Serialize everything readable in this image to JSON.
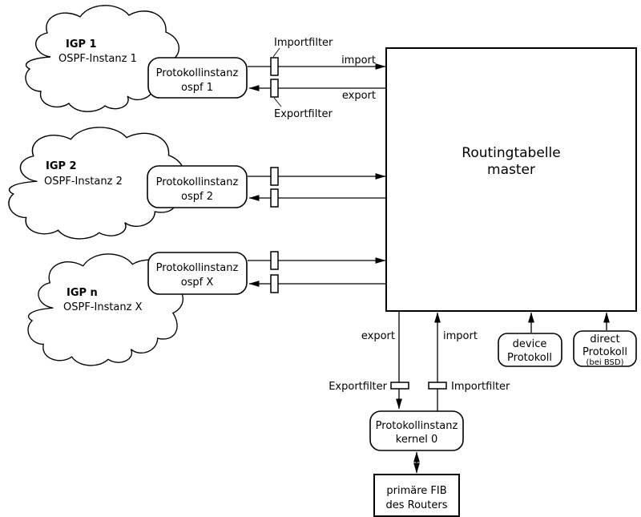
{
  "canvas": {
    "background": "#ffffff",
    "line_color": "#000000"
  },
  "clouds": [
    {
      "title": "IGP 1",
      "subtitle": "OSPF-Instanz 1"
    },
    {
      "title": "IGP 2",
      "subtitle": "OSPF-Instanz 2"
    },
    {
      "title": "IGP n",
      "subtitle": "OSPF-Instanz X"
    }
  ],
  "protocol_instances": [
    {
      "line1": "Protokollinstanz",
      "line2": "ospf 1"
    },
    {
      "line1": "Protokollinstanz",
      "line2": "ospf 2"
    },
    {
      "line1": "Protokollinstanz",
      "line2": "ospf X"
    }
  ],
  "routing_table": {
    "line1": "Routingtabelle",
    "line2": "master"
  },
  "top_labels": {
    "importfilter": "Importfilter",
    "exportfilter": "Exportfilter",
    "import": "import",
    "export": "export"
  },
  "bottom_labels": {
    "export": "export",
    "import": "import",
    "exportfilter": "Exportfilter",
    "importfilter": "Importfilter"
  },
  "device_protocol": {
    "line1": "device",
    "line2": "Protokoll"
  },
  "direct_protocol": {
    "line1": "direct",
    "line2": "Protokoll",
    "line3": "(bei BSD)"
  },
  "kernel_instance": {
    "line1": "Protokollinstanz",
    "line2": "kernel 0"
  },
  "fib": {
    "line1": "primäre FIB",
    "line2": "des Routers"
  }
}
